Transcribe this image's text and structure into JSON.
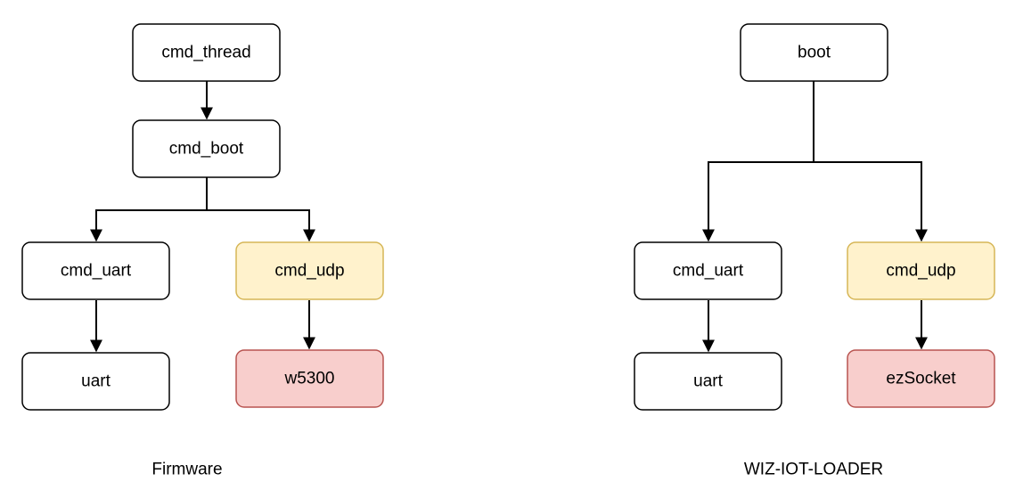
{
  "colors": {
    "default_fill": "#ffffff",
    "default_stroke": "#000000",
    "udp_fill": "#fff2cc",
    "udp_stroke": "#d6b656",
    "socket_fill": "#f8cecc",
    "socket_stroke": "#b85450",
    "edge": "#000000"
  },
  "firmware": {
    "caption": "Firmware",
    "cmd_thread": "cmd_thread",
    "cmd_boot": "cmd_boot",
    "cmd_uart": "cmd_uart",
    "cmd_udp": "cmd_udp",
    "uart": "uart",
    "w5300": "w5300"
  },
  "loader": {
    "caption": "WIZ-IOT-LOADER",
    "boot": "boot",
    "cmd_uart": "cmd_uart",
    "cmd_udp": "cmd_udp",
    "uart": "uart",
    "ezsocket": "ezSocket"
  }
}
